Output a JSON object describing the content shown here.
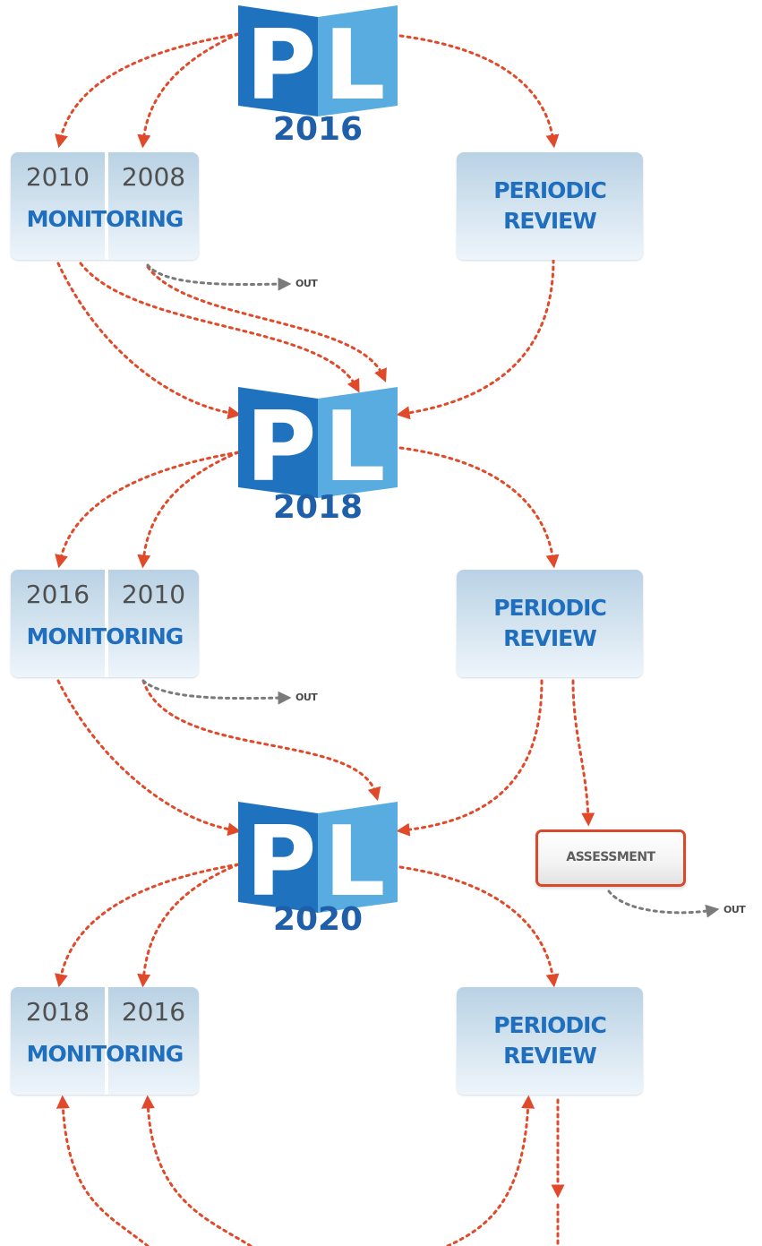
{
  "nodes": {
    "pl_2016": {
      "logo": "PL",
      "year": "2016"
    },
    "pl_2018": {
      "logo": "PL",
      "year": "2018"
    },
    "pl_2020": {
      "logo": "PL",
      "year": "2020"
    },
    "mon_1": {
      "year_left": "2010",
      "year_right": "2008",
      "label": "MONITORING"
    },
    "mon_2": {
      "year_left": "2016",
      "year_right": "2010",
      "label": "MONITORING"
    },
    "mon_3": {
      "year_left": "2018",
      "year_right": "2016",
      "label": "MONITORING"
    },
    "rev_1": {
      "line1": "PERIODIC",
      "line2": "REVIEW"
    },
    "rev_2": {
      "line1": "PERIODIC",
      "line2": "REVIEW"
    },
    "rev_3": {
      "line1": "PERIODIC",
      "line2": "REVIEW"
    },
    "assessment": {
      "label": "ASSESSMENT"
    }
  },
  "out_label": "OUT",
  "colors": {
    "logo_dark_blue": "#1f72bd",
    "logo_light_blue": "#58acdf",
    "year_text": "#1f5fa9",
    "box_label_blue": "#1f6fbe",
    "arrow_red": "#e04a2a",
    "arrow_gray": "#7a7a7a",
    "assessment_border": "#d94a2b"
  }
}
